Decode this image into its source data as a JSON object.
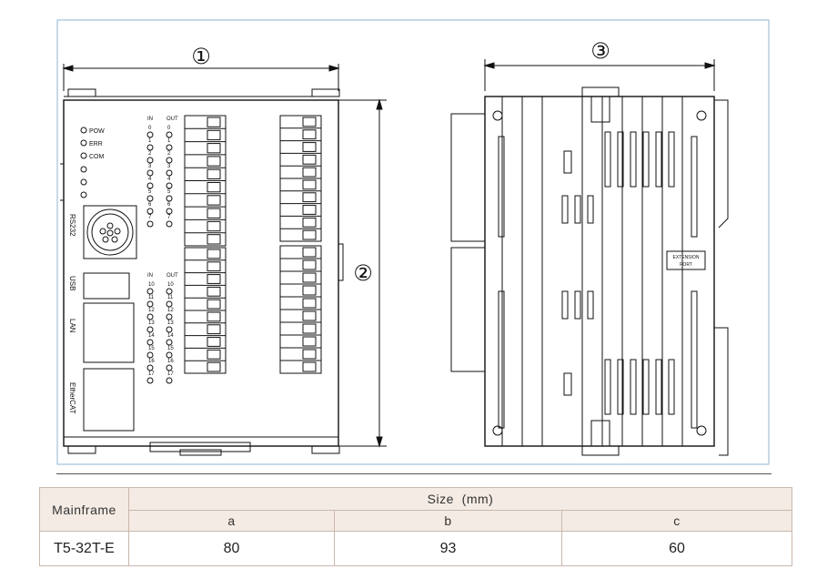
{
  "drawing": {
    "callouts": [
      "①",
      "②",
      "③"
    ],
    "front_indicators": [
      "POW",
      "ERR",
      "COM"
    ],
    "port_labels": [
      "RS232",
      "USB",
      "LAN",
      "EtherCAT"
    ],
    "io_headers": {
      "in": "IN",
      "out": "OUT"
    },
    "io_numbers_top": [
      "0",
      "1",
      "2",
      "3",
      "4",
      "5",
      "6",
      "7"
    ],
    "io_numbers_bottom": [
      "10",
      "11",
      "12",
      "13",
      "14",
      "15",
      "16",
      "17"
    ],
    "extension_port_label": [
      "EXTENSION",
      "PORT"
    ]
  },
  "table": {
    "mainframe_header": "Mainframe",
    "size_header": "Size  (mm)",
    "columns": [
      "a",
      "b",
      "c"
    ],
    "rows": [
      {
        "model": "T5-32T-E",
        "values": [
          "80",
          "93",
          "60"
        ]
      }
    ]
  }
}
